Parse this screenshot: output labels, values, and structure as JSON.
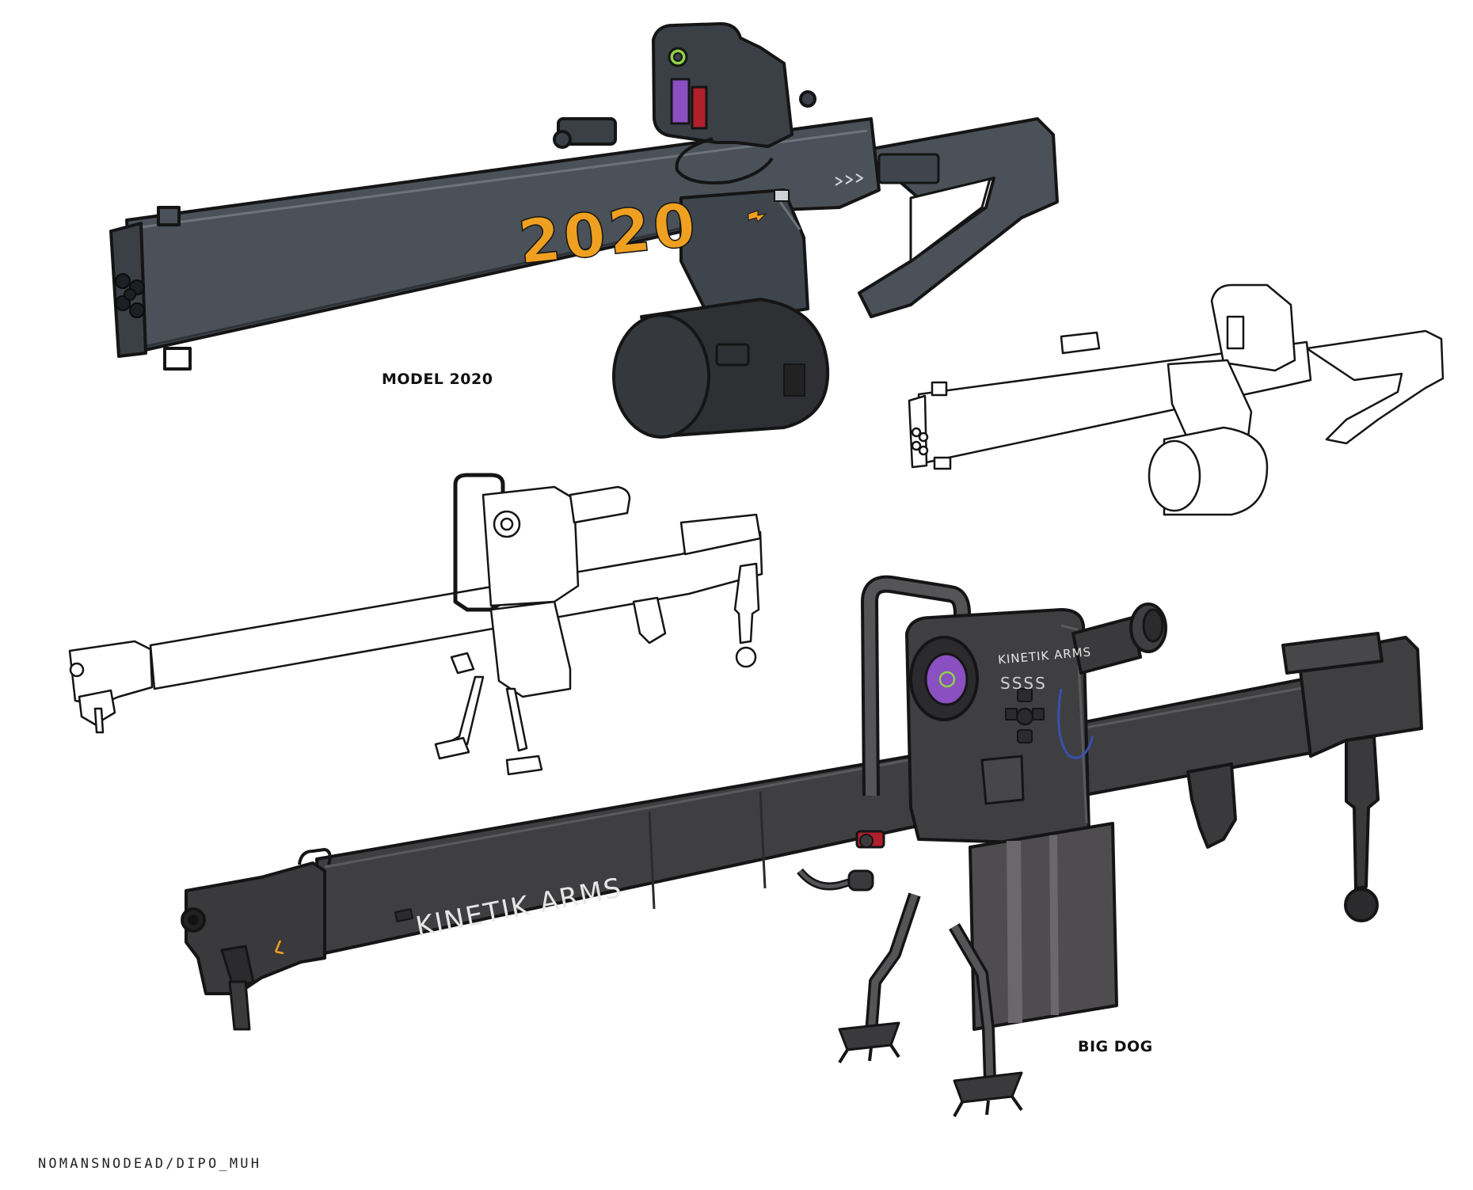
{
  "labels": {
    "model_2020": "MODEL 2020",
    "big_dog": "BIG DOG",
    "signature": "NOMANSNODEAD/DIPO_MUH"
  },
  "markings": {
    "model_2020_number": "2020",
    "big_dog_brand_barrel": "KINETIK ARMS",
    "big_dog_brand_housing": "KINETIK ARMS",
    "big_dog_housing_symbols": "SSSS"
  },
  "colors": {
    "background": "#ffffff",
    "weapon_slate": "#4a5158",
    "weapon_dark": "#3f3f41",
    "drum": "#2e3034",
    "accent_orange": "#f0a020",
    "sight_purple": "#8a4fc0",
    "sight_red": "#b0202a",
    "sight_green": "#8fd14a",
    "outline": "#151515",
    "lineart_fill": "#ffffff"
  }
}
